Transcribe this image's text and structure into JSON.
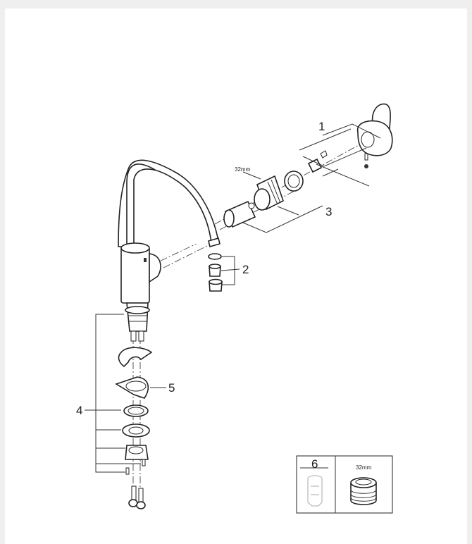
{
  "diagram": {
    "callouts": {
      "c1": "1",
      "c2": "2",
      "c3": "3",
      "c4": "4",
      "c5": "5",
      "c6": "6"
    },
    "cartridge_size_label": "32mm",
    "inset": {
      "item_number": "6",
      "size_label": "32mm"
    }
  }
}
